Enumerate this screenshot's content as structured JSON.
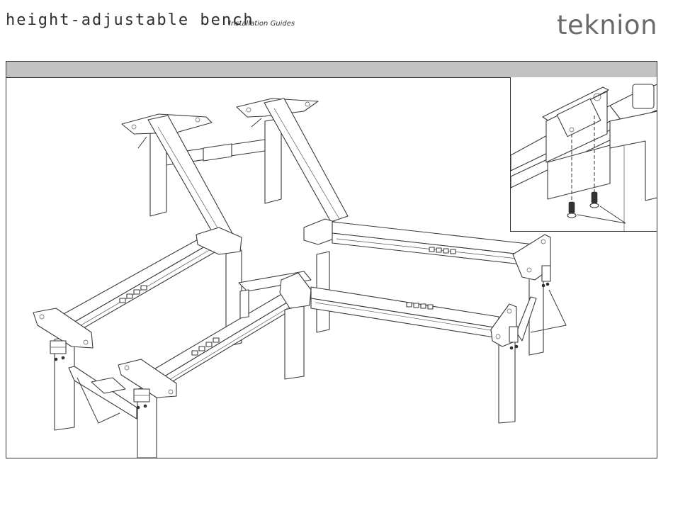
{
  "header": {
    "title": "height-adjustable bench",
    "subtitle": "Installation Guides",
    "brand": "teknion"
  },
  "illustration": {
    "main_icon": "bench-frame-assembly-icon",
    "inset_icon": "bracket-screw-detail-icon",
    "line_color": "#3a3a3a",
    "header_bar_color": "#c2c2c2",
    "brand_color": "#6b6b6b"
  }
}
